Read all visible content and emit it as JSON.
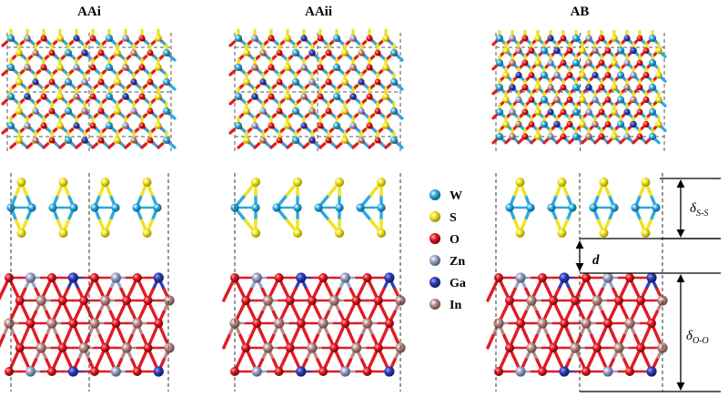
{
  "panels": [
    {
      "id": "aai",
      "title": "AAi"
    },
    {
      "id": "aaii",
      "title": "AAii"
    },
    {
      "id": "ab",
      "title": "AB"
    }
  ],
  "legend": [
    {
      "symbol": "W",
      "color": "#2aa9e0"
    },
    {
      "symbol": "S",
      "color": "#f2e21a"
    },
    {
      "symbol": "O",
      "color": "#e01b24"
    },
    {
      "symbol": "Zn",
      "color": "#9aa3c7"
    },
    {
      "symbol": "Ga",
      "color": "#2f3fb5"
    },
    {
      "symbol": "In",
      "color": "#b88a86"
    }
  ],
  "annotations": {
    "delta_ss": {
      "main": "δ",
      "sub": "S-S"
    },
    "d": "d",
    "delta_oo": {
      "main": "δ",
      "sub": "O-O"
    }
  },
  "colors": {
    "W": "#2aa9e0",
    "S": "#f2e21a",
    "O": "#e01b24",
    "Zn": "#9aa3c7",
    "Ga": "#2f3fb5",
    "In": "#b88a86",
    "bond": "#5a6a88"
  }
}
